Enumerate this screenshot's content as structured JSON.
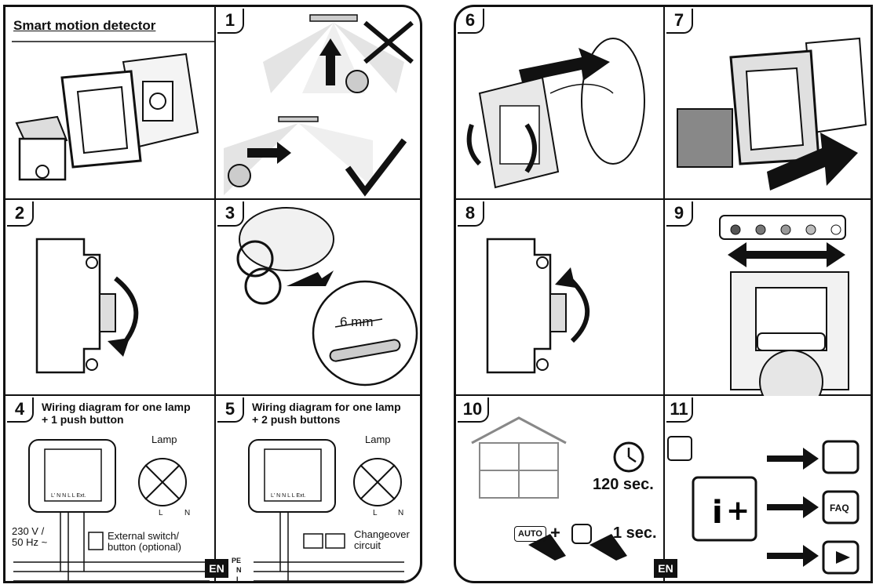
{
  "left_sheet": {
    "title": "Smart motion detector",
    "steps": {
      "s1": "1",
      "s2": "2",
      "s3": "3",
      "s4": "4",
      "s5": "5"
    },
    "step3_measure": "6 mm",
    "step4": {
      "caption_line1": "Wiring diagram for one lamp",
      "caption_line2": "+ 1 push button",
      "lamp_label": "Lamp",
      "voltage_line1": "230 V /",
      "voltage_line2": "50 Hz ~",
      "external_line1": "External switch/",
      "external_line2": "button (optional)",
      "terminals": "L' N N L L Ext.",
      "lamp_L": "L",
      "lamp_N": "N"
    },
    "step5": {
      "caption_line1": "Wiring diagram for one lamp",
      "caption_line2": "+ 2 push buttons",
      "lamp_label": "Lamp",
      "changeover_line1": "Changeover",
      "changeover_line2": "circuit",
      "terminals": "L' N N L L Ext.",
      "lamp_L": "L",
      "lamp_N": "N",
      "pe": "PE",
      "n": "N",
      "l": "L"
    },
    "badge": "EN"
  },
  "right_sheet": {
    "steps": {
      "s6": "6",
      "s7": "7",
      "s8": "8",
      "s9": "9",
      "s10": "10",
      "s11": "11"
    },
    "step10": {
      "time_label": "120 sec.",
      "auto_button": "AUTO",
      "plus": "+",
      "press_time": "1 sec."
    },
    "step11": {
      "faq": "FAQ"
    },
    "badge": "EN"
  }
}
